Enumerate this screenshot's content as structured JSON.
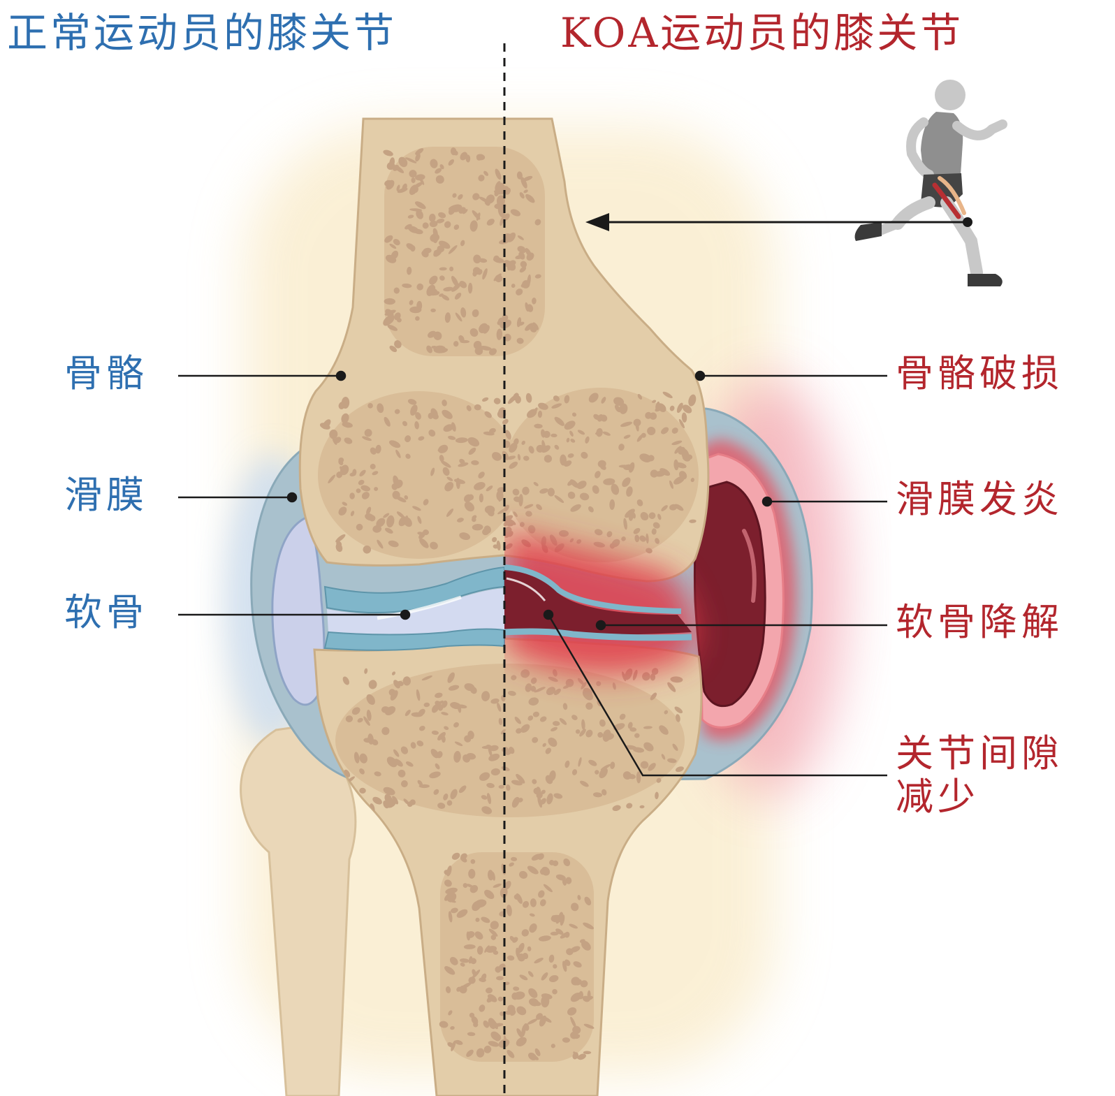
{
  "titles": {
    "left": "正常运动员的膝关节",
    "right": "KOA运动员的膝关节"
  },
  "labels_left": {
    "bone": "骨骼",
    "synovium": "滑膜",
    "cartilage": "软骨"
  },
  "labels_right": {
    "bone_damage": "骨骼破损",
    "synovitis": "滑膜发炎",
    "cartilage_degradation": "软骨降解",
    "joint_space_line1": "关节间隙",
    "joint_space_line2": "减少"
  },
  "colors": {
    "left_text": "#2e6fb0",
    "right_text": "#b3262d",
    "bone_fill": "#e2cca8",
    "bone_pore": "#c4a283",
    "synovium_capsule": "#9fb8c6",
    "synovial_fluid": "#c9cfe8",
    "cartilage": "#7fb6cb",
    "inflammation": "#e54550",
    "inflamed_fluid": "#7e1f2c"
  },
  "icons": {
    "athlete": "running-athlete-icon"
  }
}
